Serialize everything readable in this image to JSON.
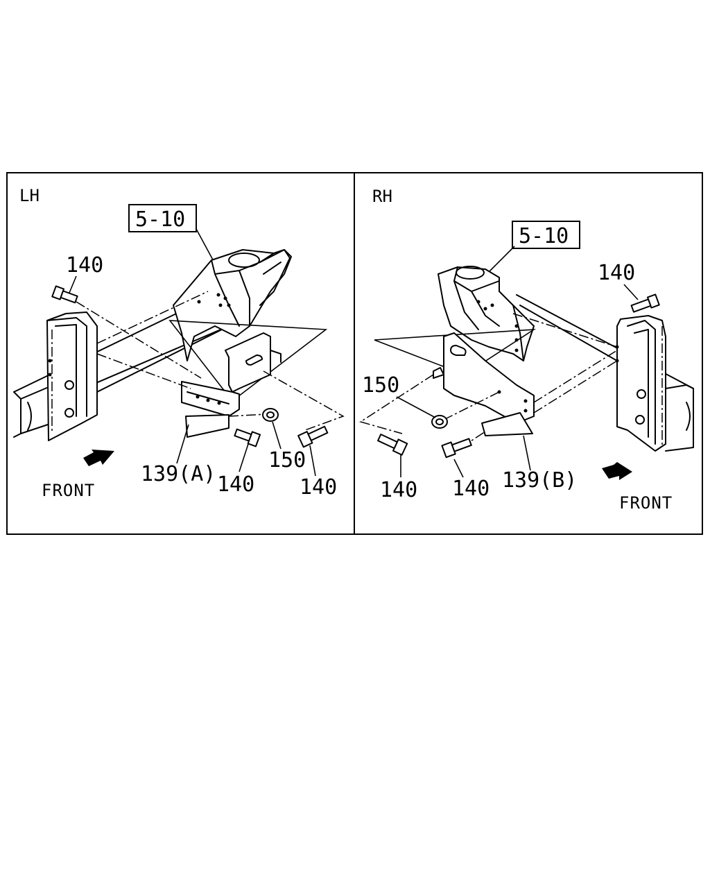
{
  "panels": {
    "left": {
      "side_label": "LH",
      "ref_box": "5-10",
      "callouts": {
        "bolt_top": "140",
        "bracket": "139(A)",
        "bolt_mid": "140",
        "nut": "150",
        "bolt_right": "140"
      },
      "front_label": "FRONT"
    },
    "right": {
      "side_label": "RH",
      "ref_box": "5-10",
      "callouts": {
        "bolt_top": "140",
        "nut": "150",
        "bolt_left": "140",
        "bolt_mid": "140",
        "bracket": "139(B)"
      },
      "front_label": "FRONT"
    }
  },
  "icons": {
    "front_arrow": "front-arrow-icon",
    "bolt": "bolt-icon",
    "flange_nut": "flange-nut-icon"
  }
}
